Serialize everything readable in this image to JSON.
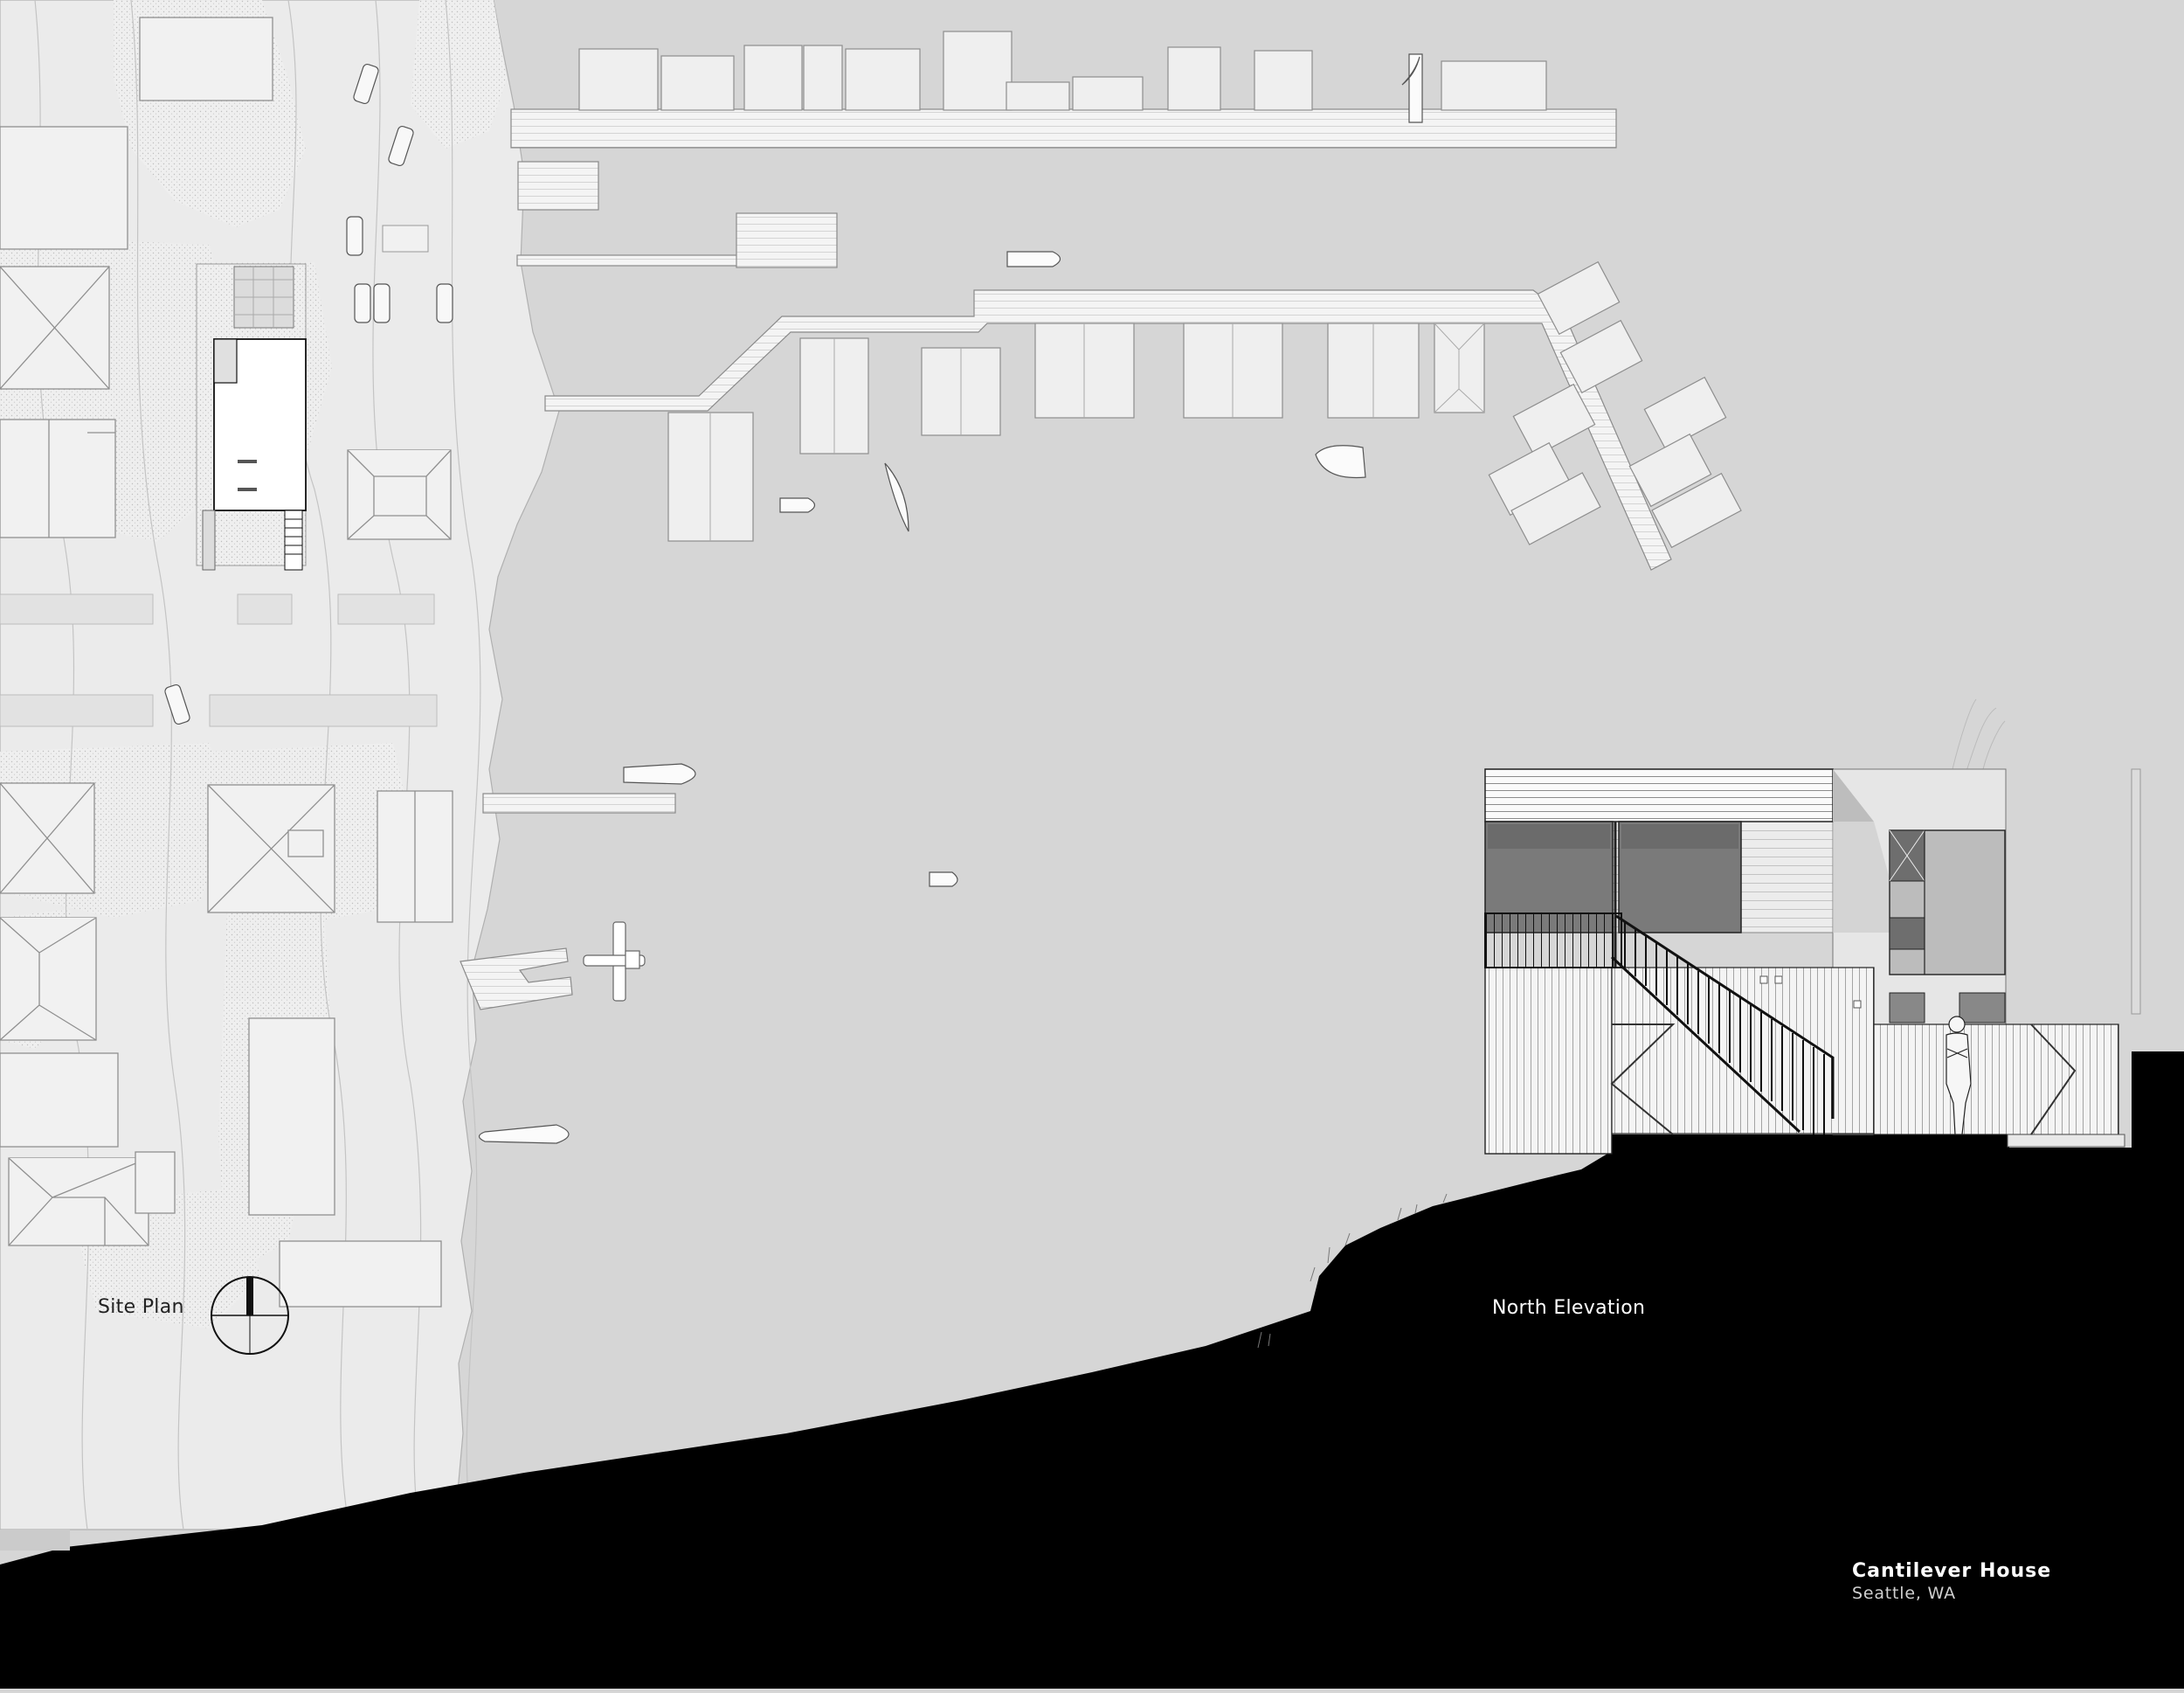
{
  "labels": {
    "site_plan": "Site Plan",
    "north_elevation": "North Elevation"
  },
  "title_block": {
    "project": "Cantilever House",
    "location": "Seattle, WA"
  },
  "colors": {
    "water": "#d6d6d6",
    "land": "#ebebeb",
    "structure_fill": "#f2f2f2",
    "line": "#8a8a8a",
    "ground": "#000000",
    "glazing": "#7a7a7a",
    "glazing_dark": "#6a6a6a"
  },
  "icons": {
    "north_arrow": "north-arrow-icon",
    "human_figure": "person-icon"
  }
}
